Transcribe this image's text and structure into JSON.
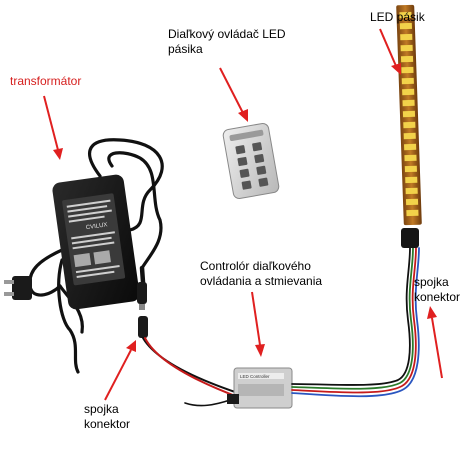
{
  "labels": {
    "transformator": "transformátor",
    "remote": "Diaľkový ovládač LED\npásika",
    "led_strip": "LED pásik",
    "controller": "Controlór diaľkového\novládania a stmievania",
    "connector_right": "spojka\nkonektor",
    "connector_left": "spojka\nkonektor"
  },
  "device_texts": {
    "controller_unit": "LED Controller",
    "adapter_brand": "CVILUX"
  },
  "colors": {
    "label_red": "#d6201f",
    "arrow_red": "#e02020",
    "adapter_body": "#151515",
    "cable": "#111111",
    "strip_copper": "#b06a1e",
    "led_yellow": "#f2d24a",
    "remote_body": "#d9d9d9",
    "controller_body": "#c9c9c9"
  }
}
